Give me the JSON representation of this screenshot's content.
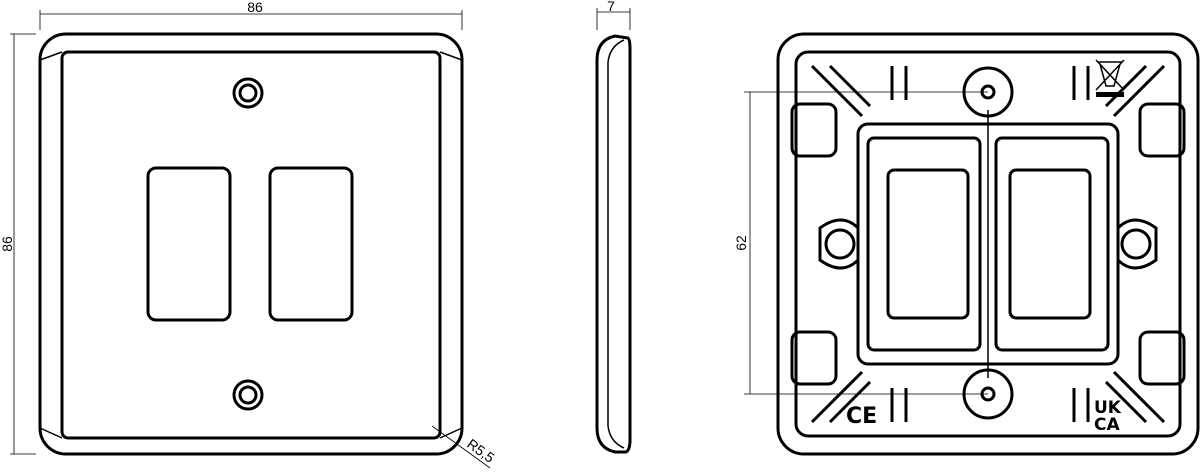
{
  "front_view": {
    "width_dim": "86",
    "height_dim": "86",
    "radius_dim": "R5,5"
  },
  "side_view": {
    "depth_dim": "7"
  },
  "rear_view": {
    "screw_spacing_dim": "62",
    "ce_mark": "CE",
    "ukca_mark_line1": "UK",
    "ukca_mark_line2": "CA"
  }
}
